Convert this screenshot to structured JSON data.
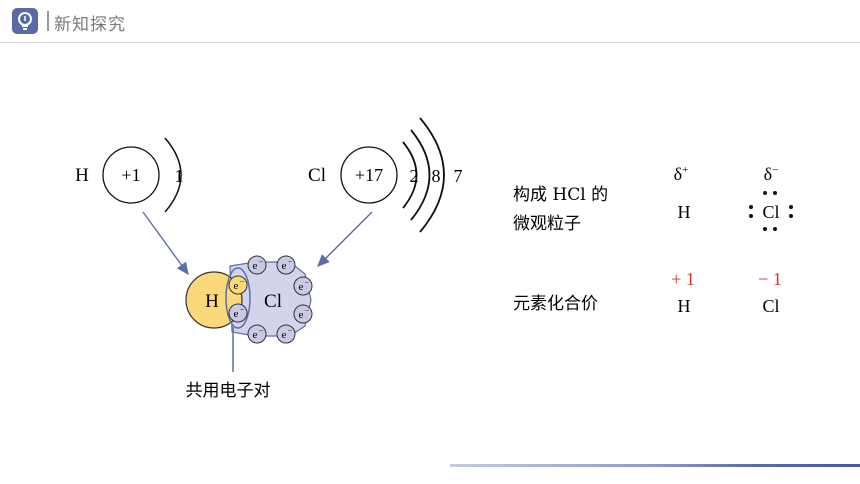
{
  "header": {
    "icon": "lightbulb-icon",
    "title": "新知探究"
  },
  "atoms": {
    "h": {
      "symbol": "H",
      "nucleus": "+1",
      "shells": [
        "1"
      ]
    },
    "cl": {
      "symbol": "Cl",
      "nucleus": "+17",
      "shells": [
        "2",
        "8",
        "7"
      ]
    }
  },
  "molecule": {
    "h_label": "H",
    "cl_label": "Cl",
    "electron_label": "e",
    "electron_charge": "−",
    "shared_pair_label": "共用电子对"
  },
  "table": {
    "row1_label_line1": "构成 HCl 的",
    "row1_label_line2": "微观粒子",
    "delta_plus": "δ",
    "delta_plus_sup": "+",
    "delta_minus": "δ",
    "delta_minus_sup": "−",
    "h_symbol": "H",
    "cl_symbol": "Cl",
    "row2_label": "元素化合价",
    "h_valence": "+ 1",
    "cl_valence": "− 1",
    "h_symbol2": "H",
    "cl_symbol2": "Cl"
  },
  "colors": {
    "accent": "#5b6aa6",
    "h_fill": "#f9d97a",
    "cl_fill": "#d3d3ec",
    "electron_fill": "#c9c9e6",
    "arrow": "#5e6fa8",
    "valence": "#c0392b"
  }
}
